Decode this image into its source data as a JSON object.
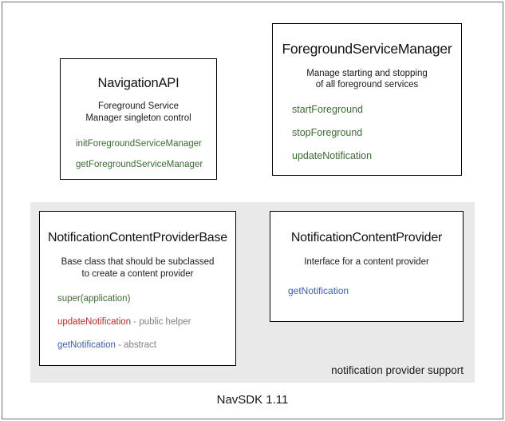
{
  "diagram": {
    "caption": "NavSDK 1.11",
    "colors": {
      "method_green": "#3c6b33",
      "method_red": "#b32b2b",
      "method_blue": "#3d5fa6",
      "note_gray": "#808080",
      "panel_gray": "#e9e9e9",
      "box_border": "#000000"
    },
    "boxes": {
      "navigation_api": {
        "title": "NavigationAPI",
        "description": "Foreground Service\nManager singleton control",
        "members": [
          {
            "name": "initForegroundServiceManager",
            "note": "",
            "color": "green"
          },
          {
            "name": "getForegroundServiceManager",
            "note": "",
            "color": "green"
          }
        ]
      },
      "foreground_service_manager": {
        "title": "ForegroundServiceManager",
        "description": "Manage starting and stopping\nof all foreground services",
        "members": [
          {
            "name": "startForeground",
            "note": "",
            "color": "green"
          },
          {
            "name": "stopForeground",
            "note": "",
            "color": "green"
          },
          {
            "name": "updateNotification",
            "note": "",
            "color": "green"
          }
        ]
      },
      "notification_content_provider_base": {
        "title": "NotificationContentProviderBase",
        "description": "Base class that should be subclassed\nto create a content provider",
        "members": [
          {
            "name": "super(application)",
            "note": "",
            "color": "green"
          },
          {
            "name": "updateNotification",
            "note": " - public helper",
            "color": "red"
          },
          {
            "name": "getNotification",
            "note": " - abstract",
            "color": "blue"
          }
        ]
      },
      "notification_content_provider": {
        "title": "NotificationContentProvider",
        "description": "Interface for a content provider",
        "members": [
          {
            "name": "getNotification",
            "note": "",
            "color": "blue"
          }
        ]
      }
    },
    "group_panel": {
      "label": "notification provider support"
    }
  }
}
